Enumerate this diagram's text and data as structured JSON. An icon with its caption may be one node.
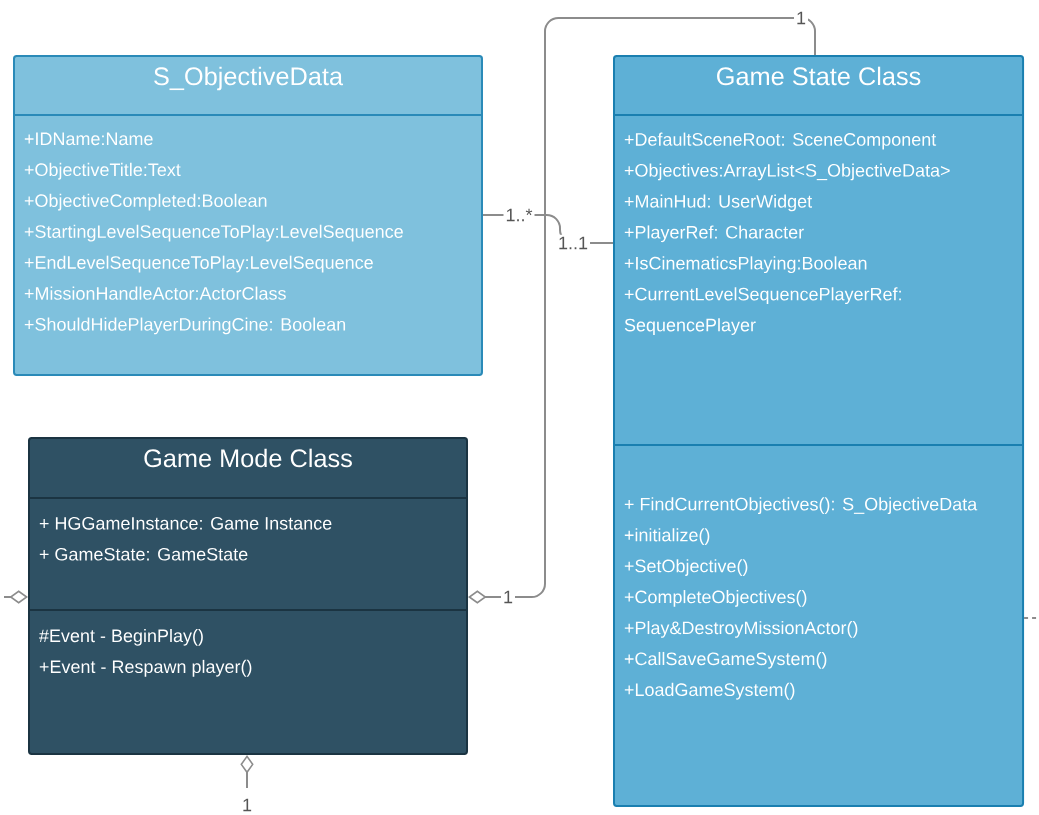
{
  "diagram": {
    "nodes": [
      {
        "text": [
          "S_ObjectiveData"
        ]
      },
      {
        "text": [
          "+IDName:Name",
          "+ObjectiveTitle:Text",
          "+ObjectiveCompleted:Boolean",
          "+StartingLevelSequenceToPlay:LevelSequence",
          "+EndLevelSequenceToPlay:LevelSequence",
          "+MissionHandleActor:ActorClass",
          "+ShouldHidePlayerDuringCine: Boolean"
        ],
        "in": 0
      },
      {
        "text": [
          "Game State Class"
        ]
      },
      {
        "text": [
          "+DefaultSceneRoot: SceneComponent",
          "+Objectives:ArrayList<S_ObjectiveData>",
          "+MainHud: UserWidget",
          "+PlayerRef: Character",
          "+IsCinematicsPlaying:Boolean",
          "+CurrentLevelSequencePlayerRef: SequencePlayer"
        ],
        "in": 2
      },
      {
        "text": [
          "+ FindCurrentObjectives(): S_ObjectiveData",
          "+initialize()",
          "+SetObjective()",
          "+CompleteObjectives()",
          "+Play&DestroyMissionActor()",
          "+CallSaveGameSystem()",
          "+LoadGameSystem()"
        ],
        "in": 2
      },
      {
        "text": [
          "Game Mode Class"
        ]
      },
      {
        "text": [
          "+ HGGameInstance: Game Instance",
          "+ GameState: GameState"
        ],
        "in": 5
      },
      {
        "text": [
          "#Event - BeginPlay()",
          "+Event - Respawn player()"
        ],
        "in": 5
      }
    ],
    "edges": [
      {
        "from": 0,
        "to": 2,
        "arrow": "none"
      },
      {
        "from": 5,
        "to": 2,
        "arrow": "other"
      },
      {
        "from": 5,
        "to": null,
        "arrow": "other"
      },
      {
        "from": 5,
        "to": null,
        "arrow": "other"
      },
      {
        "from": 2,
        "to": null,
        "arrow": "none",
        "style": "dashed"
      }
    ],
    "labels": [
      "1",
      "1..*",
      "1..1",
      "1",
      "1"
    ]
  }
}
